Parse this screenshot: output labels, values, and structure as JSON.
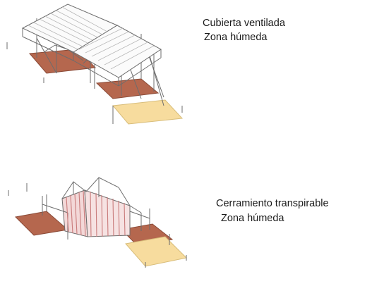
{
  "captions": {
    "top": {
      "line1": "Cubierta ventilada",
      "line2": "Zona húmeda"
    },
    "bottom": {
      "line1": "Cerramiento transpirable",
      "line2": "Zona húmeda"
    }
  },
  "colors": {
    "floor_wet": "#b5674e",
    "floor_yard": "#f7dc9e",
    "line": "#6d6d6d",
    "wall_stripe": "#c97b7b"
  }
}
